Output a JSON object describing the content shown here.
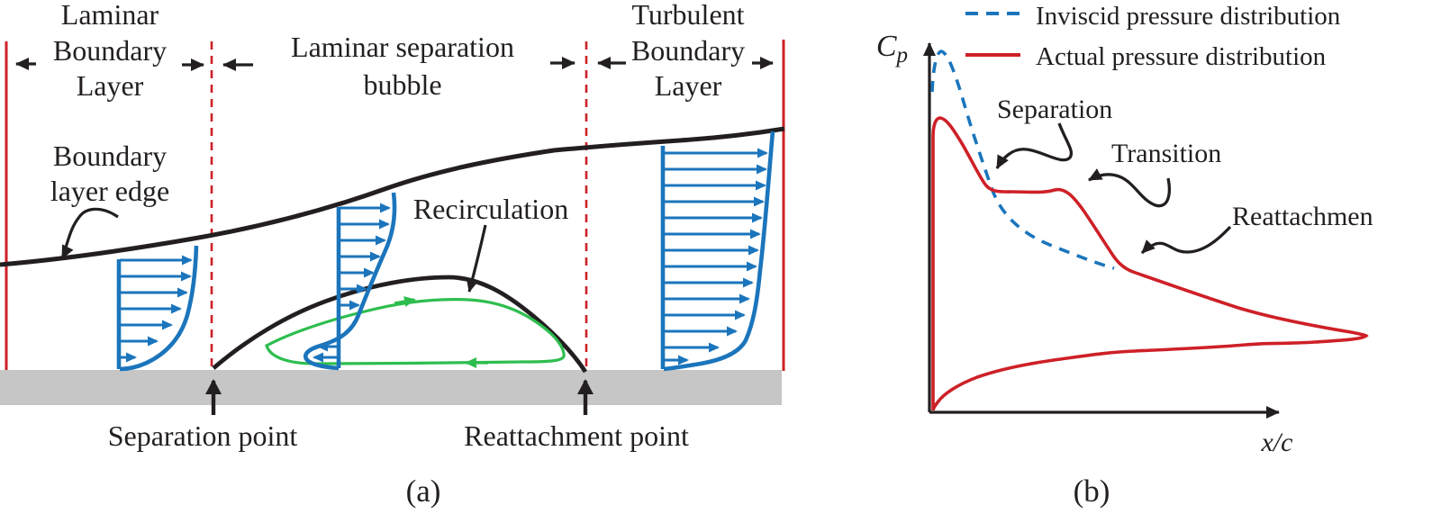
{
  "colors": {
    "red": "#CE2027",
    "blue": "#1B75BC",
    "green": "#2EBE4F",
    "gray": "#C6C6C6",
    "ink": "#231F20"
  },
  "panel_a": {
    "caption": "(a)",
    "labels": {
      "laminar_bl": [
        "Laminar",
        "Boundary",
        "Layer"
      ],
      "bubble": [
        "Laminar separation",
        "bubble"
      ],
      "turbulent_bl": [
        "Turbulent",
        "Boundary",
        "Layer"
      ],
      "bl_edge": [
        "Boundary",
        "layer edge"
      ],
      "recirculation": "Recirculation",
      "separation_point": "Separation point",
      "reattachment_point": "Reattachment point"
    }
  },
  "panel_b": {
    "caption": "(b)",
    "y_axis_label_main": "C",
    "y_axis_label_sub": "p",
    "x_axis_label": "x/c",
    "legend": [
      {
        "label": "Inviscid pressure distribution",
        "style": "dashed",
        "color": "#1B75BC"
      },
      {
        "label": "Actual pressure distribution",
        "style": "solid",
        "color": "#CE2027"
      }
    ],
    "annotations": {
      "separation": "Separation",
      "transition": "Transition",
      "reattachment": "Reattachmen"
    }
  },
  "chart_data": {
    "type": "line",
    "title": "",
    "xlabel": "x/c",
    "ylabel": "Cp",
    "axis_ticks": "none shown (qualitative sketch, normalized 0-1 coordinates estimated from pixels)",
    "legend_position": "top-right",
    "grid": false,
    "series": [
      {
        "name": "Inviscid pressure distribution",
        "style": "dashed",
        "color": "#1B75BC",
        "points": [
          [
            0.0,
            0.89
          ],
          [
            0.02,
            1.0
          ],
          [
            0.07,
            0.86
          ],
          [
            0.14,
            0.62
          ],
          [
            0.22,
            0.5
          ],
          [
            0.28,
            0.46
          ],
          [
            0.35,
            0.42
          ],
          [
            0.42,
            0.4
          ]
        ]
      },
      {
        "name": "Actual pressure distribution",
        "style": "solid",
        "color": "#CE2027",
        "points": [
          [
            0.0,
            0.0
          ],
          [
            0.0,
            0.76
          ],
          [
            0.02,
            0.82
          ],
          [
            0.07,
            0.71
          ],
          [
            0.12,
            0.63
          ],
          [
            0.18,
            0.61
          ],
          [
            0.28,
            0.62
          ],
          [
            0.34,
            0.57
          ],
          [
            0.42,
            0.43
          ],
          [
            0.46,
            0.39
          ],
          [
            0.7,
            0.29
          ],
          [
            1.0,
            0.21
          ],
          [
            0.72,
            0.19
          ],
          [
            0.47,
            0.17
          ],
          [
            0.28,
            0.15
          ],
          [
            0.1,
            0.1
          ],
          [
            0.01,
            0.03
          ],
          [
            0.0,
            0.0
          ]
        ]
      }
    ],
    "annotations": [
      {
        "text": "Separation",
        "points_to_xy": [
          0.15,
          0.65
        ]
      },
      {
        "text": "Transition",
        "points_to_xy": [
          0.35,
          0.63
        ]
      },
      {
        "text": "Reattachmen",
        "points_to_xy": [
          0.47,
          0.43
        ]
      }
    ]
  }
}
